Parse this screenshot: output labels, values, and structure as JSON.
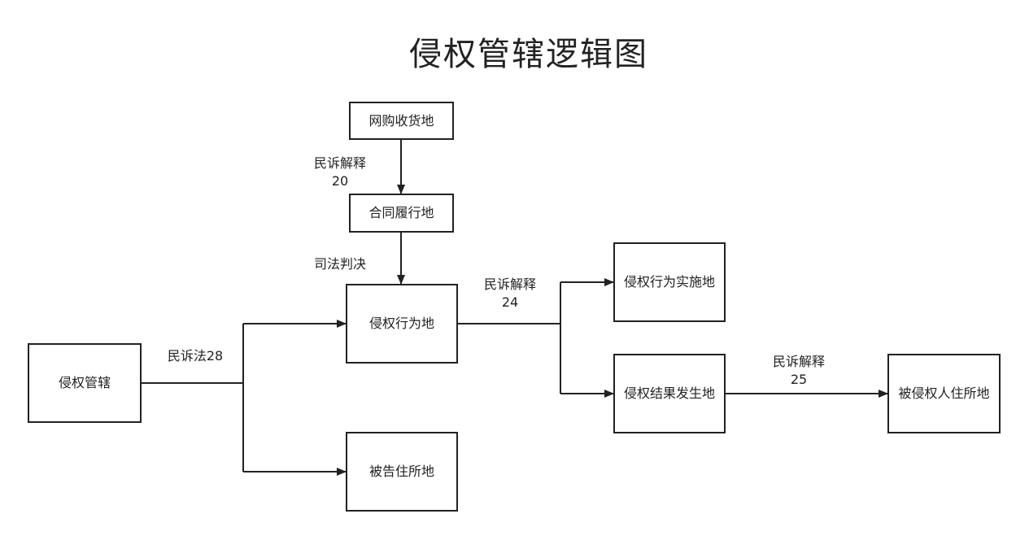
{
  "title": "侵权管辖逻辑图",
  "nodes": {
    "online_receipt": "网购收货地",
    "contract_place": "合同履行地",
    "tort_place": "侵权行为地",
    "jurisdiction": "侵权管辖",
    "defendant_domicile": "被告住所地",
    "act_place": "侵权行为实施地",
    "result_place": "侵权结果发生地",
    "victim_domicile": "被侵权人住所地"
  },
  "edge_labels": {
    "interp20": "民诉解释\n20",
    "judicial": "司法判决",
    "law28": "民诉法28",
    "interp24": "民诉解释\n24",
    "interp25": "民诉解释\n25"
  }
}
